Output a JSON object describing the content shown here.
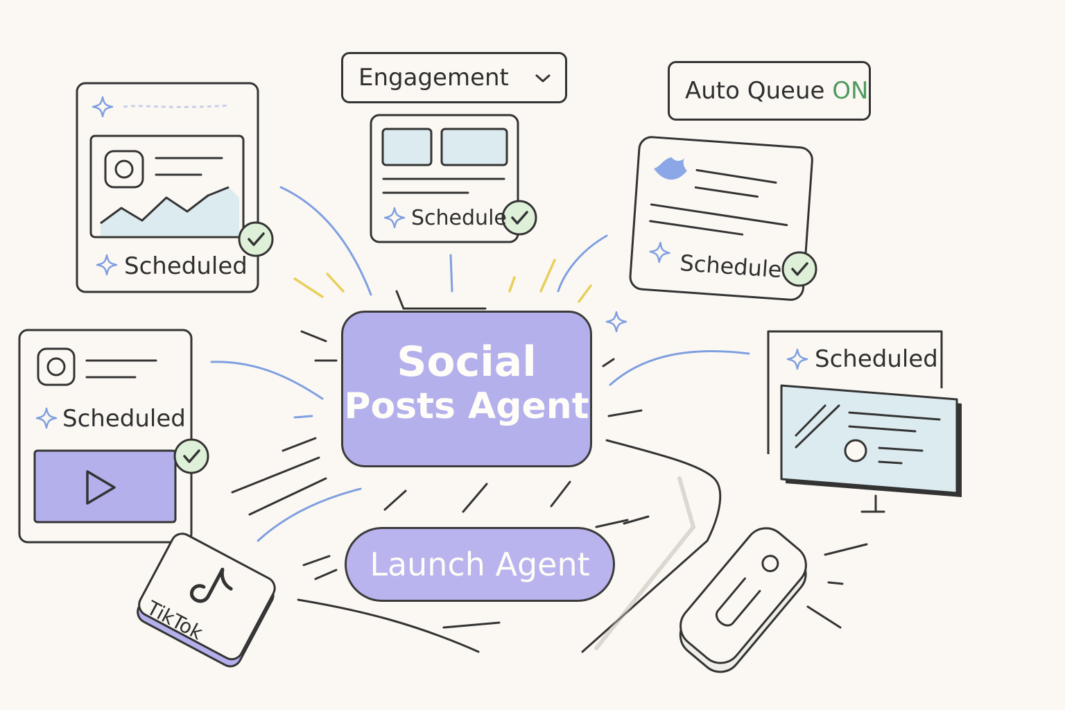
{
  "agent": {
    "title_line1": "Social",
    "title_line2": "Posts Agent"
  },
  "launch_button": {
    "label": "Launch Agent"
  },
  "metric_dropdown": {
    "selected": "Engagement"
  },
  "auto_queue": {
    "label": "Auto Queue",
    "state": "ON"
  },
  "cards": {
    "instagram_chart": {
      "status": "Scheduled"
    },
    "grid_post": {
      "status": "Schedule"
    },
    "twitter_post": {
      "status": "Schedule"
    },
    "video_post": {
      "status": "Scheduled"
    },
    "monitor_post": {
      "status": "Scheduled"
    }
  },
  "tiktok": {
    "label": "TikTok"
  },
  "colors": {
    "agent": "#b4b0ec",
    "accent_blue": "#7f9fe0",
    "check_green": "#dff0d8",
    "toggle_on": "#4f9a5e",
    "spark_yellow": "#e8cf5a",
    "panel_fill": "#dcebef"
  },
  "icons": [
    "sparkle-icon",
    "check-icon",
    "instagram-icon",
    "twitter-icon",
    "play-icon",
    "chevron-down-icon",
    "tiktok-icon",
    "remote-icon",
    "monitor-icon"
  ]
}
